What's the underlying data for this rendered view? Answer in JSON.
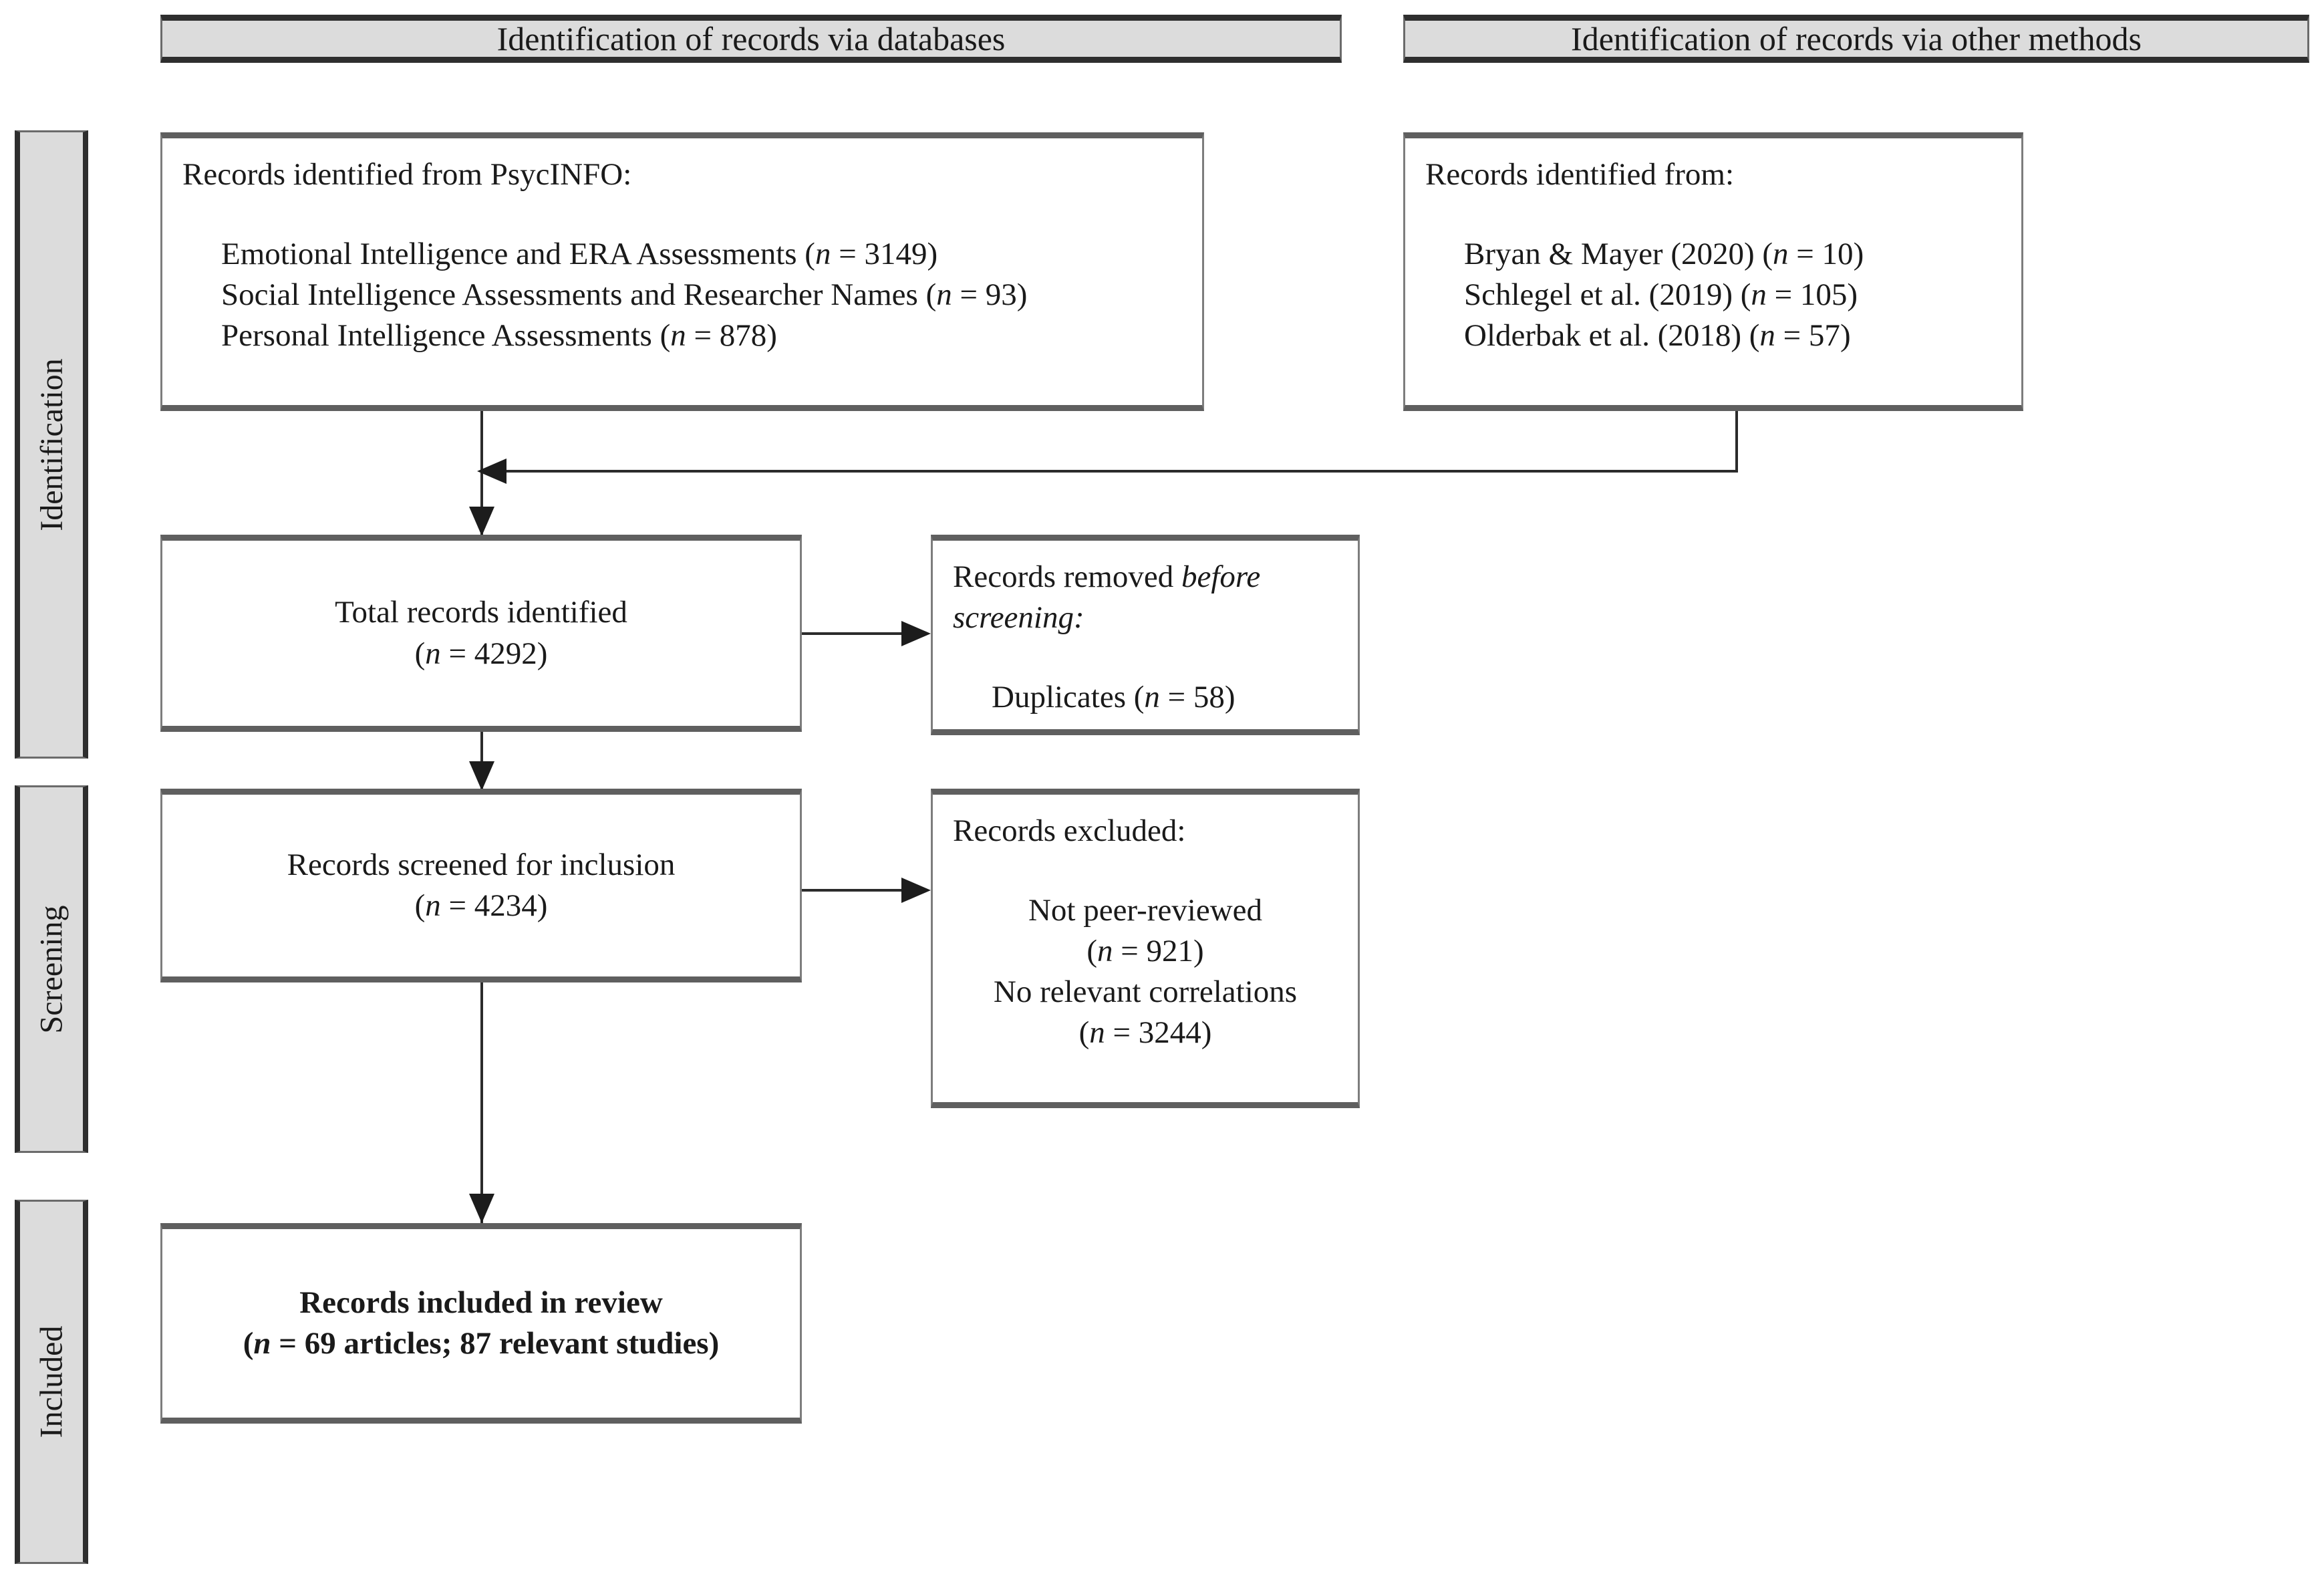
{
  "diagram": {
    "type": "prisma-flow-diagram",
    "headers": [
      {
        "id": "databases",
        "label": "Identification of records via databases"
      },
      {
        "id": "other-methods",
        "label": "Identification of records via other methods"
      }
    ],
    "stages": [
      {
        "id": "identification",
        "label": "Identification"
      },
      {
        "id": "screening",
        "label": "Screening"
      },
      {
        "id": "included",
        "label": "Included"
      }
    ],
    "boxes": {
      "records_identified_databases": {
        "title": "Records identified from PsycINFO:",
        "items": [
          "Emotional Intelligence and ERA Assessments (",
          "Social Intelligence Assessments and Researcher Names (",
          "Personal Intelligence Assessments ("
        ],
        "item_lines": [
          {
            "text": "Emotional Intelligence and ERA Assessments",
            "n_label": "n",
            "n_value": "= 3149"
          },
          {
            "text": "Social Intelligence Assessments and Researcher Names",
            "n_label": "n",
            "n_value": "= 93"
          },
          {
            "text": "Personal Intelligence Assessments",
            "n_label": "n",
            "n_value": "= 878"
          }
        ]
      },
      "records_identified_other": {
        "title": "Records identified from:",
        "item_lines": [
          {
            "text": "Bryan & Mayer (2020)",
            "n_label": "n",
            "n_value": "= 10"
          },
          {
            "text": "Schlegel et al. (2019)",
            "n_label": "n",
            "n_value": "= 105"
          },
          {
            "text": "Olderbak et al. (2018)",
            "n_label": "n",
            "n_value": "= 57"
          }
        ]
      },
      "total_records": {
        "title": "Total records identified",
        "n_label": "n",
        "n_value": "= 4292"
      },
      "records_removed": {
        "title_plain": "Records removed ",
        "title_italic": "before screening:",
        "item_text": "Duplicates (",
        "item_n_label": "n",
        "item_n_value": "= 58",
        "item_close": ")"
      },
      "records_screened": {
        "title": "Records screened for inclusion",
        "n_label": "n",
        "n_value": "= 4234"
      },
      "records_excluded": {
        "title": "Records excluded:",
        "reasons": [
          {
            "text": "Not peer-reviewed",
            "n_label": "n",
            "n_value": "= 921"
          },
          {
            "text": "No relevant correlations",
            "n_label": "n",
            "n_value": "= 3244"
          }
        ]
      },
      "records_included": {
        "title": "Records included in review",
        "n_label": "n",
        "n_value": "= 69 articles; 87 relevant studies"
      }
    },
    "counts": {
      "psycinfo_emotional_era": 3149,
      "psycinfo_social": 93,
      "psycinfo_personal": 878,
      "other_bryan_mayer": 10,
      "other_schlegel": 105,
      "other_olderbak": 57,
      "total_identified": 4292,
      "duplicates_removed": 58,
      "screened": 4234,
      "excluded_not_peer_reviewed": 921,
      "excluded_no_relevant_correlations": 3244,
      "included_articles": 69,
      "included_studies": 87
    },
    "colors": {
      "header_fill": "#dcdcdc",
      "stage_fill": "#dcdcdc",
      "box_fill": "#ffffff",
      "rule": "#5f5f5f",
      "dark_rule": "#2e2e2e",
      "text": "#1a1a1a"
    }
  }
}
